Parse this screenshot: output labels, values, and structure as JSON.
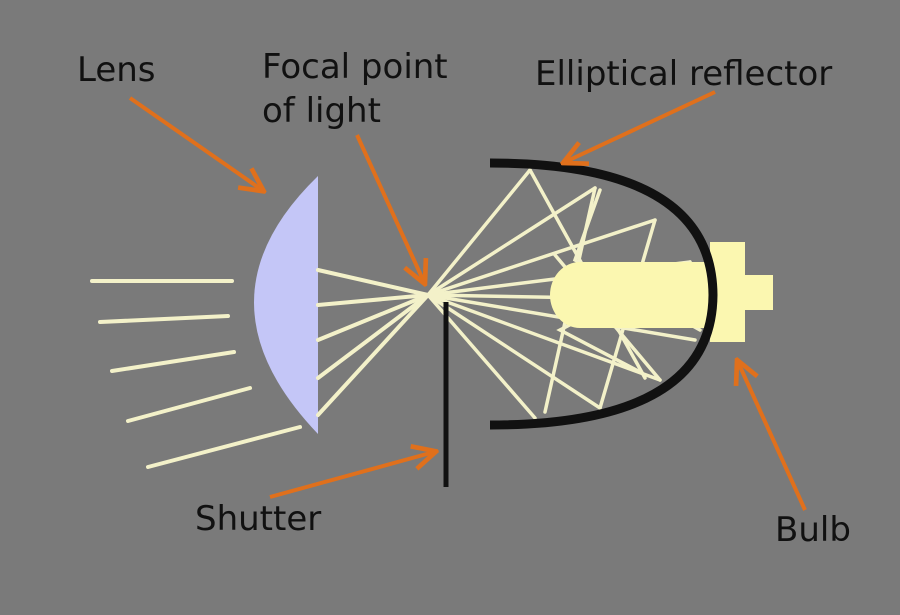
{
  "labels": {
    "lens": "Lens",
    "focal_line1": "Focal point",
    "focal_line2": "of light",
    "reflector": "Elliptical reflector",
    "shutter": "Shutter",
    "bulb": "Bulb"
  },
  "colors": {
    "background": "#7a7a7a",
    "lens": "#c4c6f7",
    "beam": "#f3f1c9",
    "bulb": "#fbf7b0",
    "reflector": "#111111",
    "arrow": "#e0701c",
    "text": "#111111"
  }
}
